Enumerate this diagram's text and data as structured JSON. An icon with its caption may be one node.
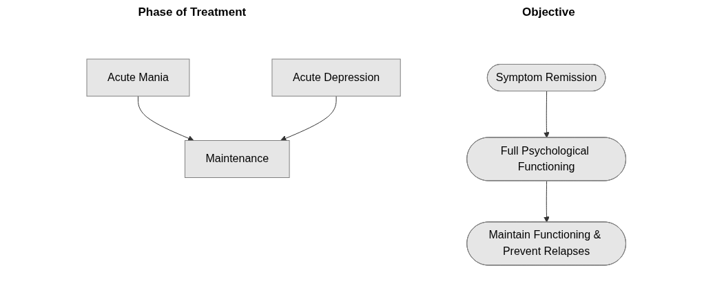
{
  "diagram": {
    "nodes": [
      {
        "text": [
          "Acute Mania"
        ]
      },
      {
        "text": [
          "Acute Depression"
        ]
      },
      {
        "text": [
          "Maintenance"
        ]
      },
      {
        "text": [
          "Symptom Remission"
        ]
      },
      {
        "text": [
          "Full Psychological Functioning"
        ]
      },
      {
        "text": [
          "Maintain Functioning & Prevent Relapses"
        ]
      }
    ],
    "edges": [
      {
        "from": 0,
        "to": 2,
        "arrow": "to"
      },
      {
        "from": 1,
        "to": 2,
        "arrow": "to"
      },
      {
        "from": 3,
        "to": 4,
        "arrow": "to"
      },
      {
        "from": 4,
        "to": 5,
        "arrow": "to"
      }
    ],
    "labels": [
      "Phase of Treatment",
      "Objective"
    ]
  }
}
